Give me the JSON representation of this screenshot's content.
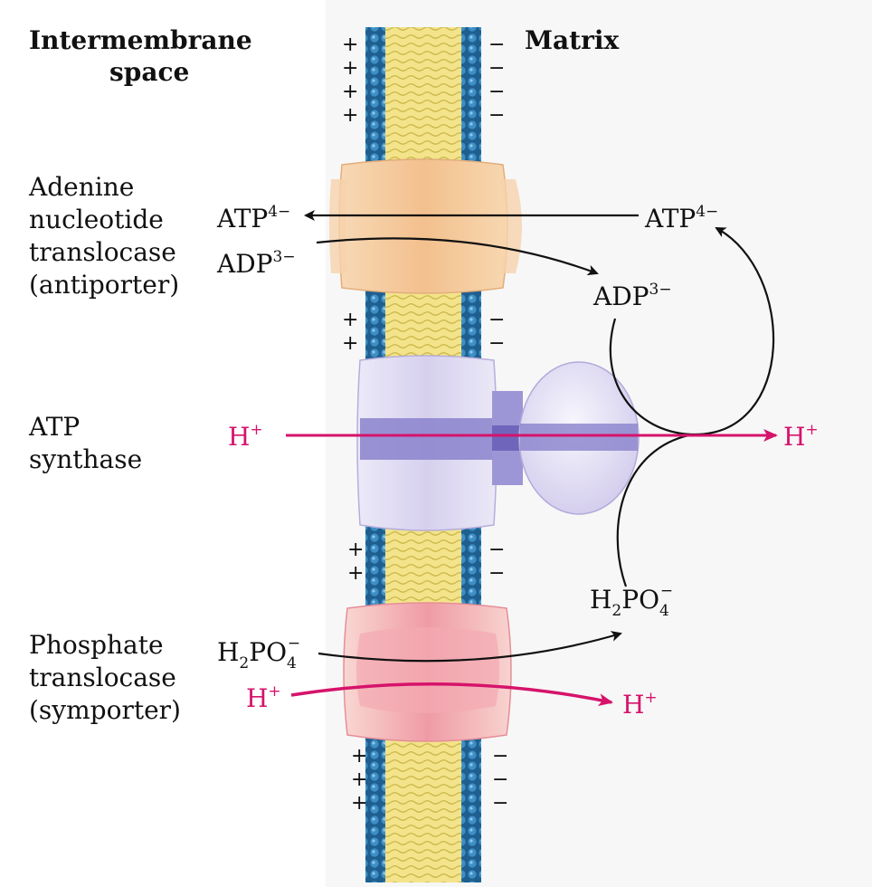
{
  "headers": {
    "intermembrane_line1": "Intermembrane",
    "intermembrane_line2": "space",
    "matrix": "Matrix"
  },
  "side_labels": {
    "ant": [
      "Adenine",
      "nucleotide",
      "translocase",
      "(antiporter)"
    ],
    "synthase": [
      "ATP",
      "synthase"
    ],
    "phosphate": [
      "Phosphate",
      "translocase",
      "(symporter)"
    ]
  },
  "molecules": {
    "atp": {
      "base": "ATP",
      "sup": "4−"
    },
    "adp": {
      "base": "ADP",
      "sup": "3−"
    },
    "pi": {
      "h": "H",
      "h_sub": "2",
      "po": "PO",
      "o_sub": "4",
      "o_sup": "−"
    },
    "proton": {
      "base": "H",
      "sup": "+"
    }
  },
  "membrane_signs": {
    "positive": "+",
    "negative": "−"
  },
  "colors": {
    "proton_arrow": "#d6136b",
    "ant_protein": "#f4c89a",
    "synthase_protein": "#d9d4ef",
    "synthase_core": "#7f76c4",
    "phosphate_protein": "#f1a7ae",
    "lipid_tail": "#f1df7c",
    "lipid_head": "#2f7fb8"
  }
}
